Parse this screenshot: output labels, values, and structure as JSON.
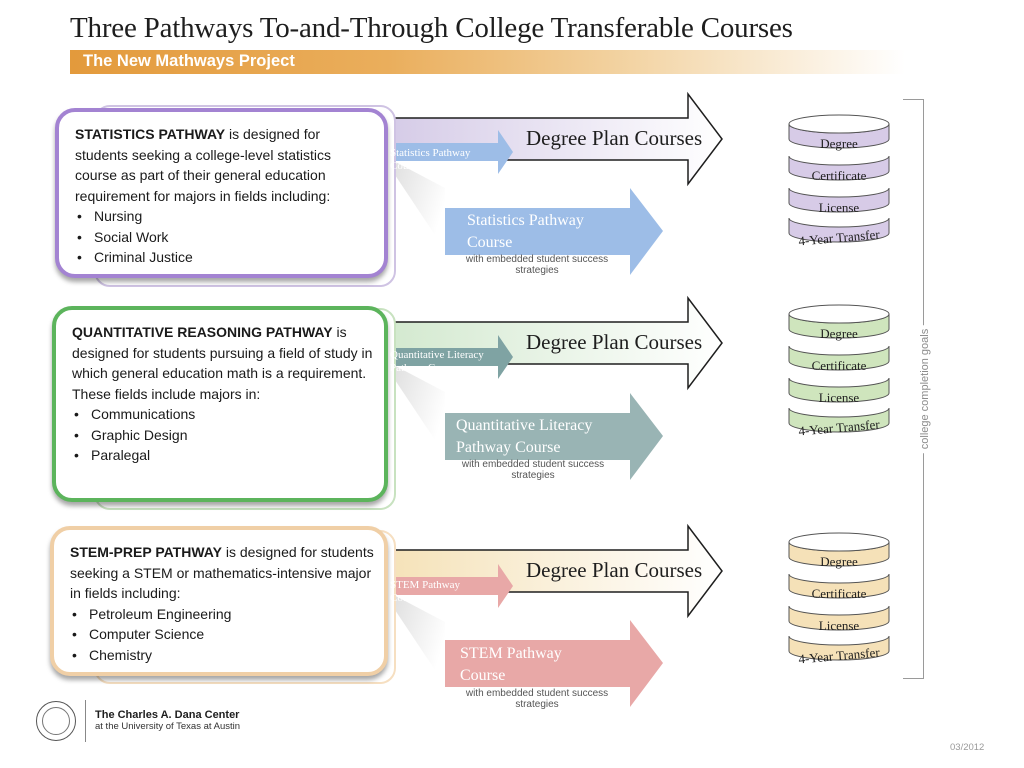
{
  "title": "Three Pathways To-and-Through College Transferable Courses",
  "subtitle": "The New Mathways Project",
  "colors": {
    "statistics": "#a383d2",
    "quantitative": "#5cb45c",
    "stem": "#f0cfa6",
    "banner": "#e39a3c"
  },
  "pathways": [
    {
      "name": "STATISTICS PATHWAY",
      "description": " is designed for students seeking a college-level statistics course as part of their general education requirement for majors in fields including:",
      "majors": [
        "Nursing",
        "Social Work",
        "Criminal Justice"
      ],
      "degree_plan_label": "Degree Plan Courses",
      "small_course_label": "Statistics Pathway Course",
      "course_label": "Statistics Pathway Course",
      "course_note": "with embedded student success strategies"
    },
    {
      "name": "QUANTITATIVE REASONING PATHWAY",
      "description": " is designed for students pursuing a field of study in which general education math is a requirement. These fields include majors in:",
      "majors": [
        "Communications",
        "Graphic Design",
        "Paralegal"
      ],
      "degree_plan_label": "Degree Plan Courses",
      "small_course_label": "Quantitative Literacy PathwayCourse",
      "course_label": "Quantitative Literacy Pathway Course",
      "course_note": "with embedded student success strategies"
    },
    {
      "name": "STEM-PREP PATHWAY",
      "description": " is designed for students seeking a STEM or mathematics-intensive major in fields including:",
      "majors": [
        "Petroleum Engineering",
        "Computer Science",
        "Chemistry"
      ],
      "degree_plan_label": "Degree Plan Courses",
      "small_course_label": "STEM Pathway Course",
      "course_label": "STEM Pathway Course",
      "course_note": "with embedded student success strategies"
    }
  ],
  "goals": [
    "Degree",
    "Certificate",
    "License",
    "4-Year Transfer"
  ],
  "goals_label": "college completion goals",
  "org_name": "The Charles A. Dana Center",
  "org_sub": "at the University of Texas at Austin",
  "date": "03/2012"
}
